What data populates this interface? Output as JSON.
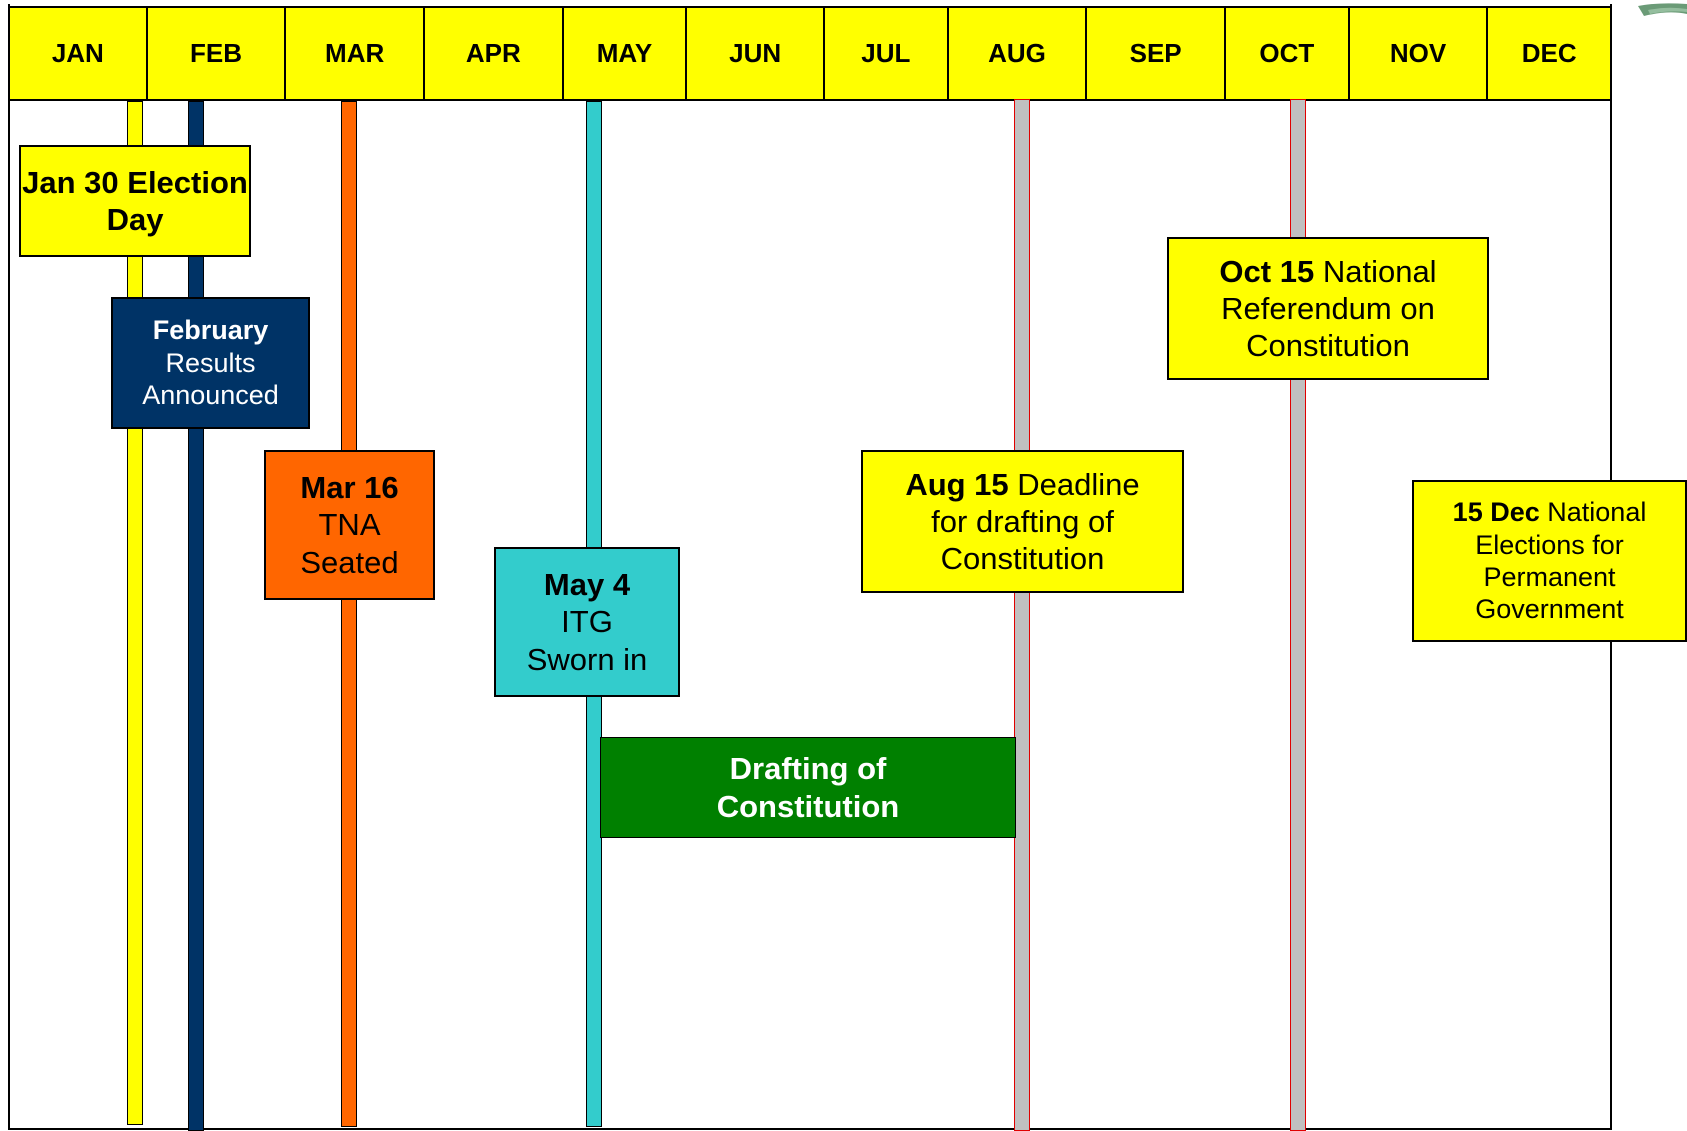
{
  "months": [
    "JAN",
    "FEB",
    "MAR",
    "APR",
    "MAY",
    "JUN",
    "JUL",
    "AUG",
    "SEP",
    "OCT",
    "NOV",
    "DEC"
  ],
  "colors": {
    "yellow": "#ffff00",
    "navy": "#003366",
    "orange": "#ff6600",
    "teal": "#33cccc",
    "green": "#008000",
    "gray": "#c0c0c0",
    "gray_border": "#e00000"
  },
  "events": {
    "election": {
      "bold": "Jan 30 Election Day",
      "text": ""
    },
    "results": {
      "bold": "February",
      "text": "Results Announced"
    },
    "tna": {
      "bold": "Mar 16",
      "text": "TNA Seated"
    },
    "itg": {
      "bold": "May 4",
      "text": "ITG Sworn in"
    },
    "drafting": {
      "bold": "Drafting of Constitution",
      "text": ""
    },
    "deadline": {
      "bold": "Aug 15",
      "text": "Deadline for drafting of Constitution"
    },
    "referendum": {
      "bold": "Oct 15",
      "text": "National Referendum on Constitution"
    },
    "elections": {
      "bold": "15 Dec",
      "text": "National Elections for Permanent Government"
    }
  }
}
